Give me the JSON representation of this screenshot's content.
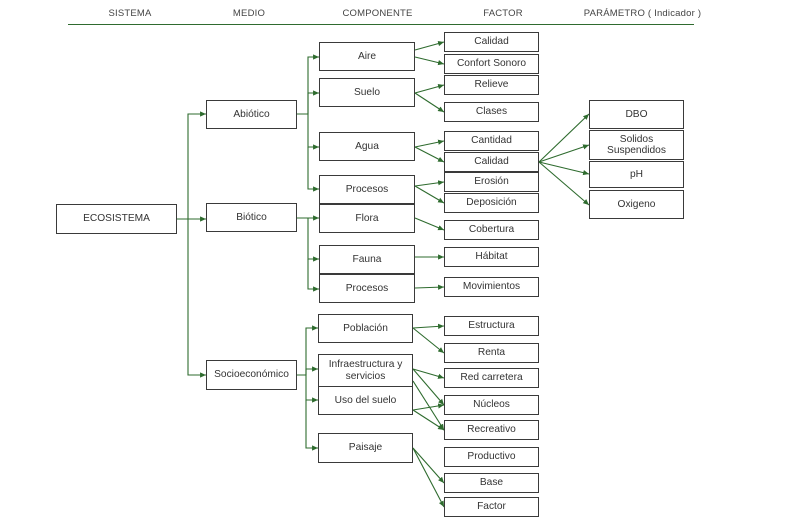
{
  "headers": {
    "sistema": "SISTEMA",
    "medio": "MEDIO",
    "componente": "COMPONENTE",
    "factor": "FACTOR",
    "parametro": "PARÁMETRO ( Indicador )"
  },
  "root": "ECOSISTEMA",
  "medio": {
    "abiotico": "Abiótico",
    "biotico": "Biótico",
    "socio": "Socioeconómico"
  },
  "componente": {
    "aire": "Aire",
    "suelo": "Suelo",
    "agua": "Agua",
    "procesos1": "Procesos",
    "flora": "Flora",
    "fauna": "Fauna",
    "procesos2": "Procesos",
    "poblacion": "Población",
    "infra": "Infraestructura y\nservicios",
    "uso": "Uso del suelo",
    "paisaje": "Paisaje"
  },
  "factor": {
    "calidad_aire": "Calidad",
    "confort": "Confort Sonoro",
    "relieve": "Relieve",
    "clases": "Clases",
    "cantidad": "Cantidad",
    "calidad_agua": "Calidad",
    "erosion": "Erosión",
    "deposicion": "Deposición",
    "cobertura": "Cobertura",
    "habitat": "Hábitat",
    "movimientos": "Movimientos",
    "estructura": "Estructura",
    "renta": "Renta",
    "red": "Red carretera",
    "nucleos": "Núcleos",
    "recreativo": "Recreativo",
    "productivo": "Productivo",
    "base": "Base",
    "factor": "Factor"
  },
  "parametro": {
    "dbo": "DBO",
    "solidos": "Solidos\nSuspendidos",
    "ph": "pH",
    "oxigeno": "Oxigeno"
  },
  "colors": {
    "edge": "#2e6b2e",
    "header_rule": "#2f6b2f",
    "box_border": "#3a3a3a"
  }
}
